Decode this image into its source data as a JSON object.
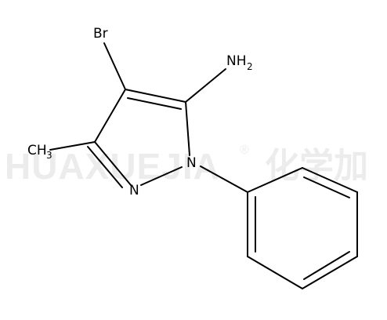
{
  "watermark": {
    "latin": "HUAXUEJIA",
    "registered": "®",
    "cjk": "化学加"
  },
  "molecule": {
    "atoms": {
      "br": "Br",
      "nh2_main": "NH",
      "nh2_sub": "2",
      "ch3_main": "CH",
      "ch3_sub": "3",
      "n2": "N",
      "n1": "N"
    }
  }
}
